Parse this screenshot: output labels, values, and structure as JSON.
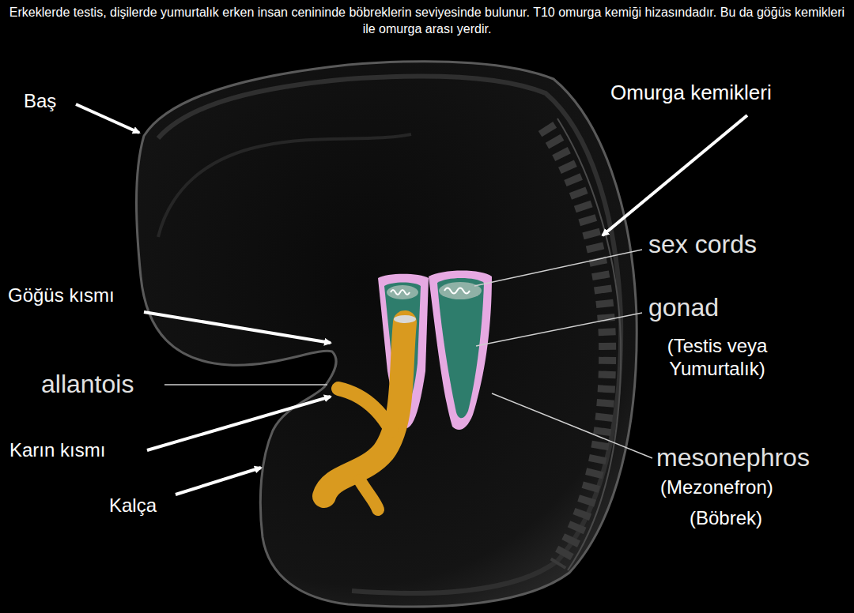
{
  "diagram": {
    "title": "Erkeklerde testis, dişilerde yumurtalık erken insan cenininde böbreklerin seviyesinde bulunur. T10 omurga kemiği hizasındadır. Bu da göğüs kemikleri ile omurga arası yerdir.",
    "labels": [
      "Baş",
      "Omurga kemikleri",
      "sex cords",
      "gonad",
      "(Testis veya Yumurtalık)",
      "Göğüs kısmı",
      "allantois",
      "Karın kısmı",
      "Kalça",
      "mesonephros",
      "(Mezonefron)",
      "(Böbrek)"
    ]
  }
}
